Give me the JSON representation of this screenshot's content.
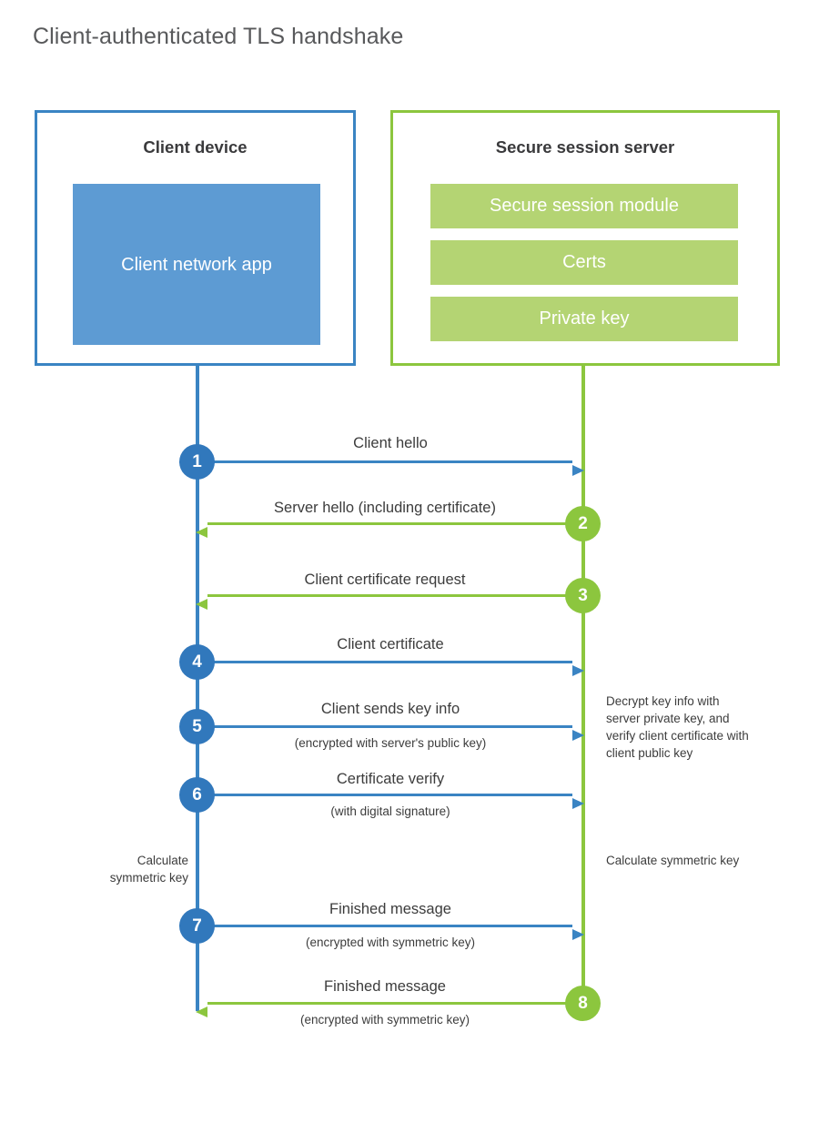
{
  "page": {
    "title": "Client-authenticated TLS handshake"
  },
  "colors": {
    "blue_border": "#3a84c3",
    "blue_fill": "#5d9bd3",
    "blue_badge": "#3178bc",
    "green_border": "#8cc63e",
    "green_fill": "#b4d473",
    "green_badge": "#8cc63e",
    "text": "#3c3c3c",
    "title_text": "#58595b"
  },
  "actors": {
    "client": {
      "title": "Client device",
      "blocks": [
        {
          "label": "Client network app"
        }
      ]
    },
    "server": {
      "title": "Secure session server",
      "blocks": [
        {
          "label": "Secure session module"
        },
        {
          "label": "Certs"
        },
        {
          "label": "Private key"
        }
      ]
    }
  },
  "messages": [
    {
      "step": "1",
      "direction": "client-to-server",
      "color": "blue",
      "label": "Client hello",
      "sublabel": ""
    },
    {
      "step": "2",
      "direction": "server-to-client",
      "color": "green",
      "label": "Server hello (including certificate)",
      "sublabel": ""
    },
    {
      "step": "3",
      "direction": "server-to-client",
      "color": "green",
      "label": "Client certificate request",
      "sublabel": ""
    },
    {
      "step": "4",
      "direction": "client-to-server",
      "color": "blue",
      "label": "Client certificate",
      "sublabel": ""
    },
    {
      "step": "5",
      "direction": "client-to-server",
      "color": "blue",
      "label": "Client sends key info",
      "sublabel": "(encrypted with server's public key)"
    },
    {
      "step": "6",
      "direction": "client-to-server",
      "color": "blue",
      "label": "Certificate verify",
      "sublabel": "(with digital signature)"
    },
    {
      "step": "7",
      "direction": "client-to-server",
      "color": "blue",
      "label": "Finished message",
      "sublabel": "(encrypted with symmetric key)"
    },
    {
      "step": "8",
      "direction": "server-to-client",
      "color": "green",
      "label": "Finished message",
      "sublabel": "(encrypted with symmetric key)"
    }
  ],
  "notes": {
    "client_calculate": "Calculate symmetric key",
    "server_decrypt": "Decrypt key info with server private key, and verify client certificate with client public key",
    "server_calculate": "Calculate symmetric key"
  }
}
